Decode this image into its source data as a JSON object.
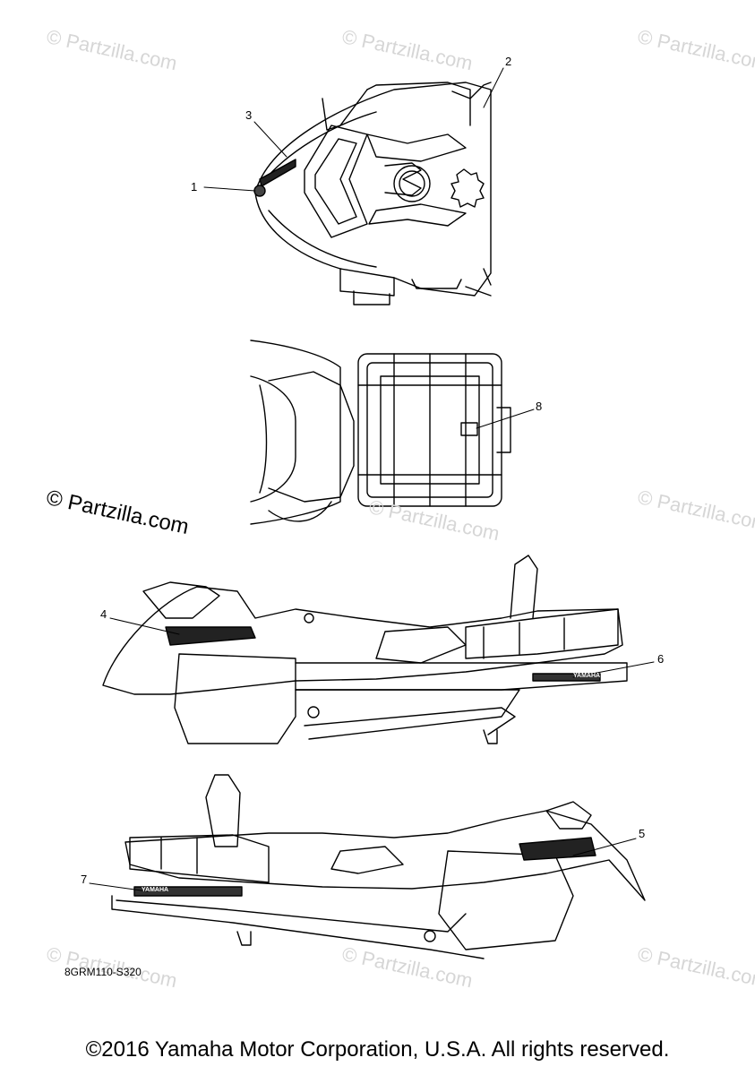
{
  "watermarks": [
    "© Partzilla.com",
    "© Partzilla.com",
    "© Partzilla.com",
    "© Partzilla.com",
    "© Partzilla.com",
    "© Partzilla.com",
    "© Partzilla.com",
    "© Partzilla.com",
    "© Partzilla.com"
  ],
  "callouts": [
    "1",
    "2",
    "3",
    "4",
    "5",
    "6",
    "7",
    "8"
  ],
  "drawing_code": "8GRM110-S320",
  "copyright": "©2016 Yamaha Motor Corporation, U.S.A. All rights reserved.",
  "decal_text": "YAMAHA"
}
